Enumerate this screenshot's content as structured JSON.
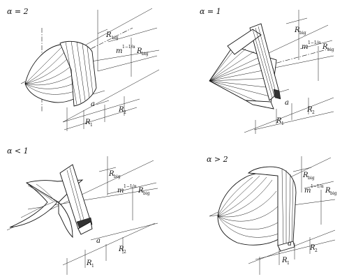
{
  "panels": [
    {
      "id": "tl",
      "alpha_label": "α = 2",
      "shape": "ellipsoid"
    },
    {
      "id": "tr",
      "alpha_label": "α = 1",
      "shape": "cone"
    },
    {
      "id": "bl",
      "alpha_label": "α < 1",
      "shape": "astroid"
    },
    {
      "id": "br",
      "alpha_label": "α > 2",
      "shape": "superellipsoid"
    }
  ],
  "labels": {
    "r_big": "R",
    "r_big_sub": "big",
    "m": "m",
    "m_exp": "1−1/α",
    "a": "a",
    "r1": "R",
    "r1_sub": "1",
    "r2": "R",
    "r2_sub": "2"
  }
}
